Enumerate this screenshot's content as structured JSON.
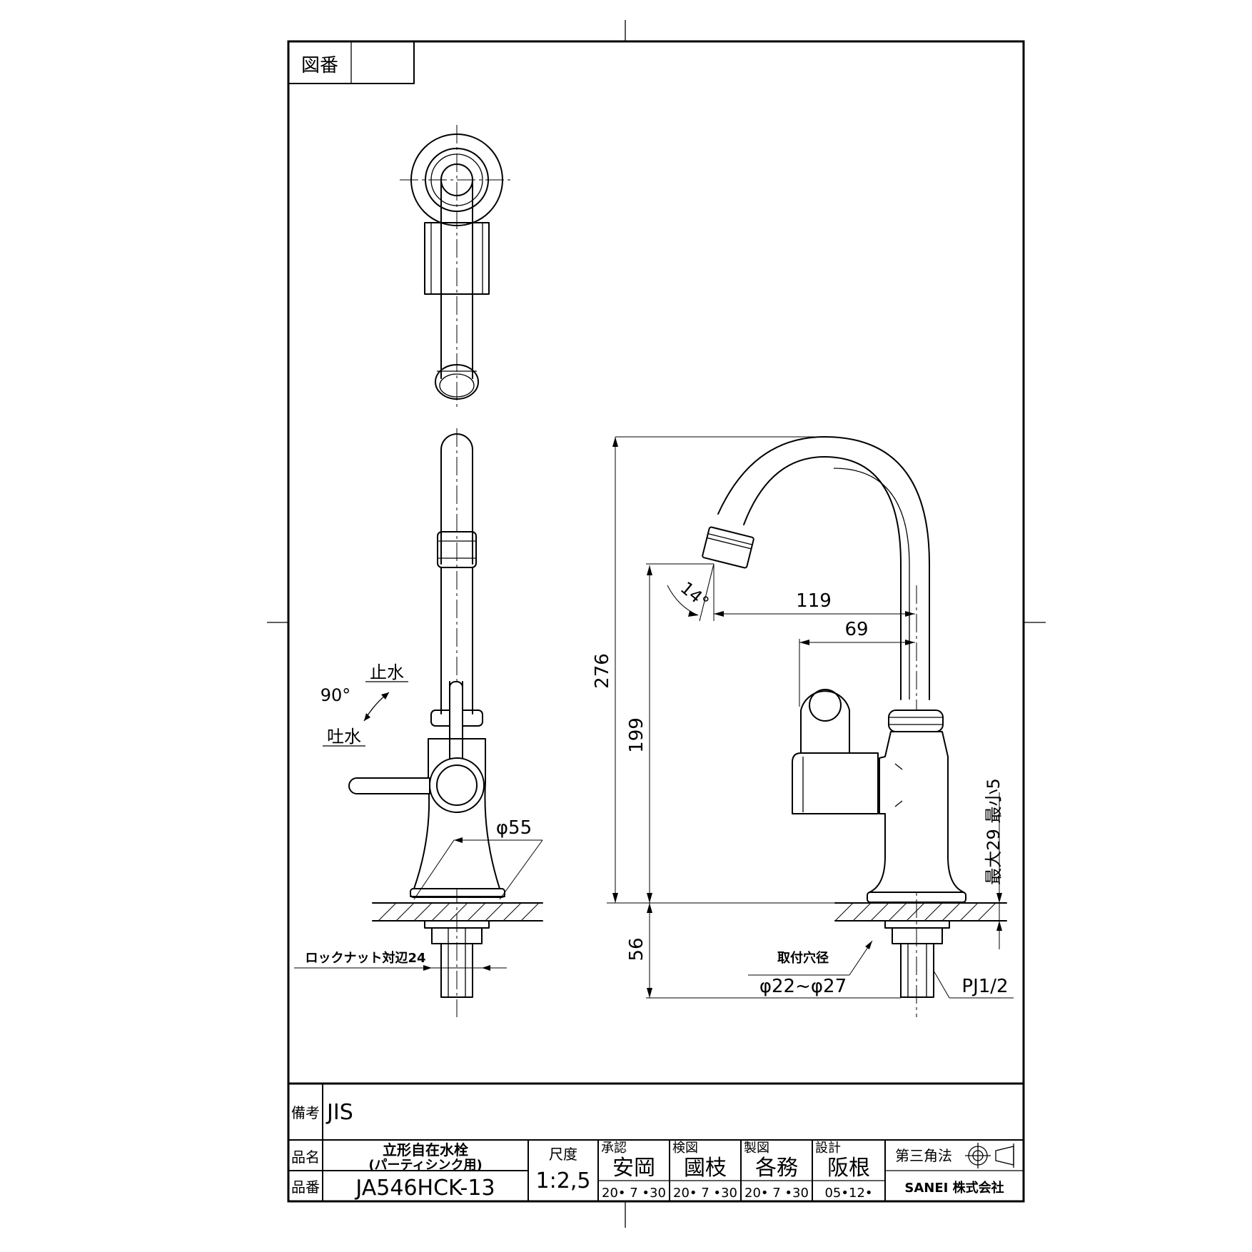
{
  "drawing": {
    "dimensions": {
      "height_total": "276",
      "height_spout": "199",
      "height_below": "56",
      "reach": "119",
      "lever_reach": "69",
      "spout_angle": "14°",
      "base_diameter": "φ55",
      "deck_thickness": "最大29 最小5",
      "mount_hole_label": "取付穴径",
      "mount_hole": "φ22~φ27",
      "thread": "PJ1/2",
      "locknut": "ロックナット対辺24",
      "lever_angle": "90°",
      "lever_stop": "止水",
      "lever_open": "吐水"
    }
  },
  "title_block": {
    "zuban_label": "図番",
    "zuban_value": "",
    "biko_label": "備考",
    "biko_value": "JIS",
    "hinmei_label": "品名",
    "hinmei_line1": "立形自在水栓",
    "hinmei_line2": "(パーティシンク用)",
    "hinban_label": "品番",
    "hinban_value": "JA546HCK-13",
    "scale_label": "尺度",
    "scale_value": "1:2,5",
    "approvals": [
      {
        "role": "承認",
        "name": "安岡",
        "date": "20• 7 •30"
      },
      {
        "role": "検図",
        "name": "國枝",
        "date": "20• 7 •30"
      },
      {
        "role": "製図",
        "name": "各務",
        "date": "20• 7 •30"
      },
      {
        "role": "設計",
        "name": "阪根",
        "date": "05•12•"
      }
    ],
    "projection_label": "第三角法",
    "company": "SANEI 株式会社"
  }
}
